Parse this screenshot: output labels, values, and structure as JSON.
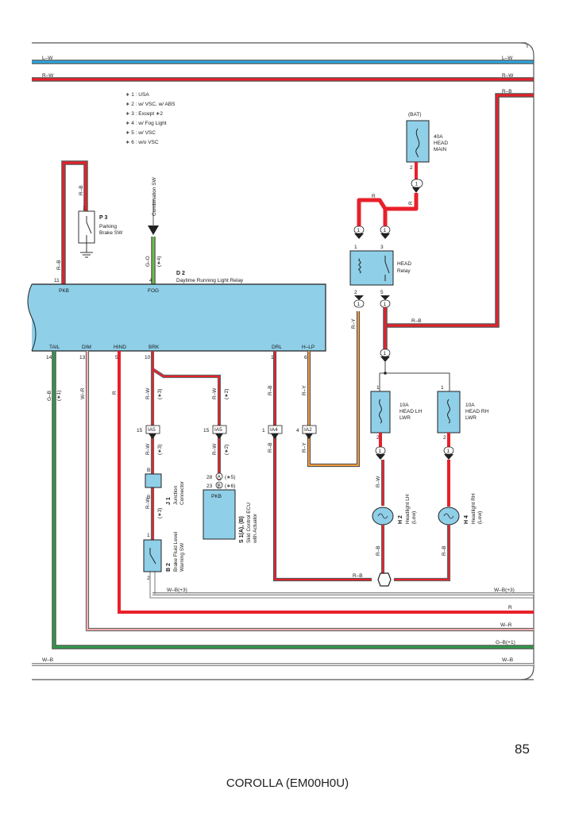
{
  "bus_wires": {
    "top": [
      {
        "code": "L–W",
        "color": "#2aa8e0"
      },
      {
        "code": "R–W",
        "color": "#e8202a"
      }
    ],
    "right_top": {
      "code": "R–B"
    },
    "bottom": [
      {
        "code": "W–B(+3)"
      },
      {
        "code": "R",
        "color": "#e8202a"
      },
      {
        "code": "W–R"
      },
      {
        "code": "G–B(+1)",
        "color": "#2f9a48"
      },
      {
        "code": "W–B"
      }
    ]
  },
  "notes": [
    "∗ 1 : USA",
    "∗ 2 : w/ VSC,  w/ ABS",
    "∗ 3 : Except ∗2",
    "∗ 4 : w/ Fog Light",
    "∗ 5 : w/ VSC",
    "∗ 6 : w/o VSC"
  ],
  "parking_brake": {
    "wire": "R–B",
    "pin": "1",
    "id": "P 3",
    "name1": "Parking",
    "name2": "Brake SW"
  },
  "combination_sw": {
    "label": "Combination SW",
    "wire": "G–O",
    "note": "(∗4)"
  },
  "relay_d2": {
    "id": "D 2",
    "name": "Daytime Running Light Relay",
    "top_pins": [
      {
        "pin": "11",
        "label": "PKB",
        "wire": "R–B"
      },
      {
        "pin": "4",
        "label": "FOG"
      }
    ],
    "bottom_pins": [
      {
        "pin": "14",
        "label": "TAIL"
      },
      {
        "pin": "13",
        "label": "DIM"
      },
      {
        "pin": "5",
        "label": "HIND"
      },
      {
        "pin": "10",
        "label": "BRK"
      },
      {
        "pin": "1",
        "label": "DRL"
      },
      {
        "pin": "6",
        "label": "H–LP"
      }
    ]
  },
  "battery": {
    "label": "(BAT)",
    "fuse": "40A",
    "name1": "HEAD",
    "name2": "MAIN",
    "pin": "2",
    "conn": "1"
  },
  "head_relay": {
    "name1": "HEAD",
    "name2": "Relay",
    "pin_tl": "1",
    "pin_tr": "3",
    "pin_bl": "2",
    "pin_br": "5",
    "wire_r": "R",
    "wire_ry": "R–Y",
    "wire_rb": "R–B"
  },
  "fuse_lh": {
    "fuse": "10A",
    "name1": "HEAD LH",
    "name2": "LWR",
    "pin1": "1",
    "pin2": "2"
  },
  "fuse_rh": {
    "fuse": "10A",
    "name1": "HEAD RH",
    "name2": "LWR",
    "pin1": "1",
    "pin2": "2"
  },
  "headlight_lh": {
    "id": "H 2",
    "name1": "Headlight LH",
    "name2": "(Low)",
    "wire": "R–W",
    "gnd_wire": "R–B"
  },
  "headlight_rh": {
    "id": "H 4",
    "name1": "Headlight RH",
    "name2": "(Low)",
    "gnd_wire": "R–B"
  },
  "connectors": {
    "ia5a": {
      "pin": "15",
      "label": "IA5",
      "wire": "R–W",
      "note": "(∗3)"
    },
    "ia5b": {
      "pin": "15",
      "label": "IA5",
      "wire": "R–W",
      "note": "(∗2)"
    },
    "ia4": {
      "pin": "1",
      "label": "IA4",
      "wire": "R–B"
    },
    "ia2": {
      "pin": "4",
      "label": "IA2",
      "wire": "R–Y"
    }
  },
  "junction_j1": {
    "id": "J 1",
    "name1": "Junction",
    "name2": "Connector",
    "pin_a": "B",
    "pin_b": "B"
  },
  "brake_fluid_sw": {
    "id": "B 2",
    "name1": "Brake Fluid Level",
    "name2": "Warning SW",
    "pin1": "1",
    "pin2": "2",
    "wire": "R–W",
    "note": "(∗3)"
  },
  "skid_ecu": {
    "id": "S 1(A), (B)",
    "name1": "Skid Control ECU",
    "name2": "with Actuator",
    "label": "PKB",
    "pins": [
      {
        "pin": "28",
        "conn": "A",
        "note": "(∗5)"
      },
      {
        "pin": "23",
        "conn": "B",
        "note": "(∗6)"
      }
    ]
  },
  "left_wires": {
    "tail": "G–B",
    "tail_note": "(∗1)",
    "dim": "W–R",
    "hind": "R",
    "ground": "R–B"
  },
  "page_number": "85",
  "footer": "COROLLA (EM00H0U)"
}
